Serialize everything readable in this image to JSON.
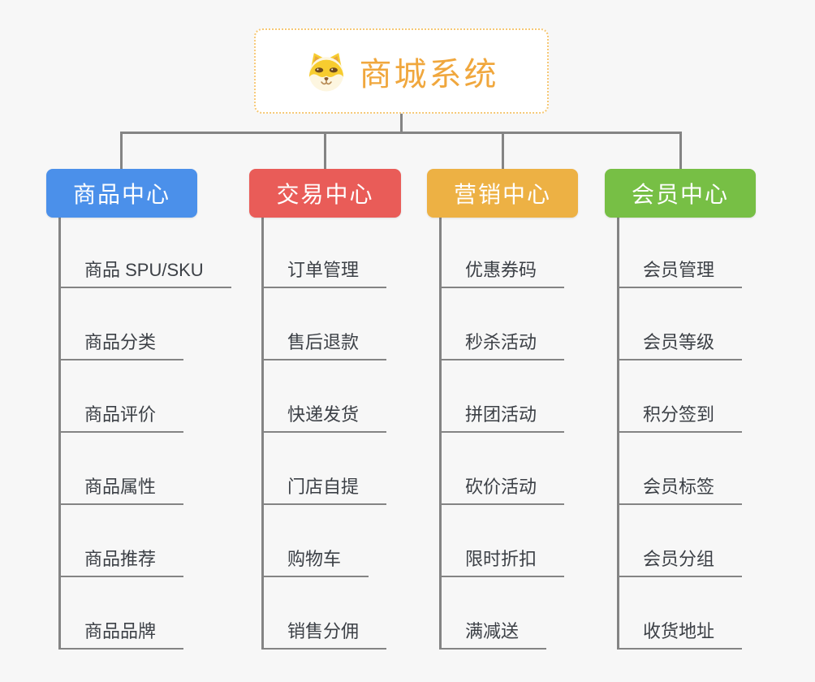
{
  "root": {
    "title": "商城系统",
    "icon": "doge-face-icon"
  },
  "branches": [
    {
      "label": "商品中心",
      "color": "#4B90EA",
      "items": [
        "商品 SPU/SKU",
        "商品分类",
        "商品评价",
        "商品属性",
        "商品推荐",
        "商品品牌"
      ]
    },
    {
      "label": "交易中心",
      "color": "#E95C58",
      "items": [
        "订单管理",
        "售后退款",
        "快递发货",
        "门店自提",
        "购物车",
        "销售分佣"
      ]
    },
    {
      "label": "营销中心",
      "color": "#EDB144",
      "items": [
        "优惠券码",
        "秒杀活动",
        "拼团活动",
        "砍价活动",
        "限时折扣",
        "满减送"
      ]
    },
    {
      "label": "会员中心",
      "color": "#77BF45",
      "items": [
        "会员管理",
        "会员等级",
        "积分签到",
        "会员标签",
        "会员分组",
        "收货地址"
      ]
    }
  ],
  "style": {
    "background": "#F7F7F7",
    "connector_color": "#848484",
    "root_border_color": "#F6C875",
    "root_title_color": "#F0A73D",
    "item_text_color": "#3C4046"
  }
}
